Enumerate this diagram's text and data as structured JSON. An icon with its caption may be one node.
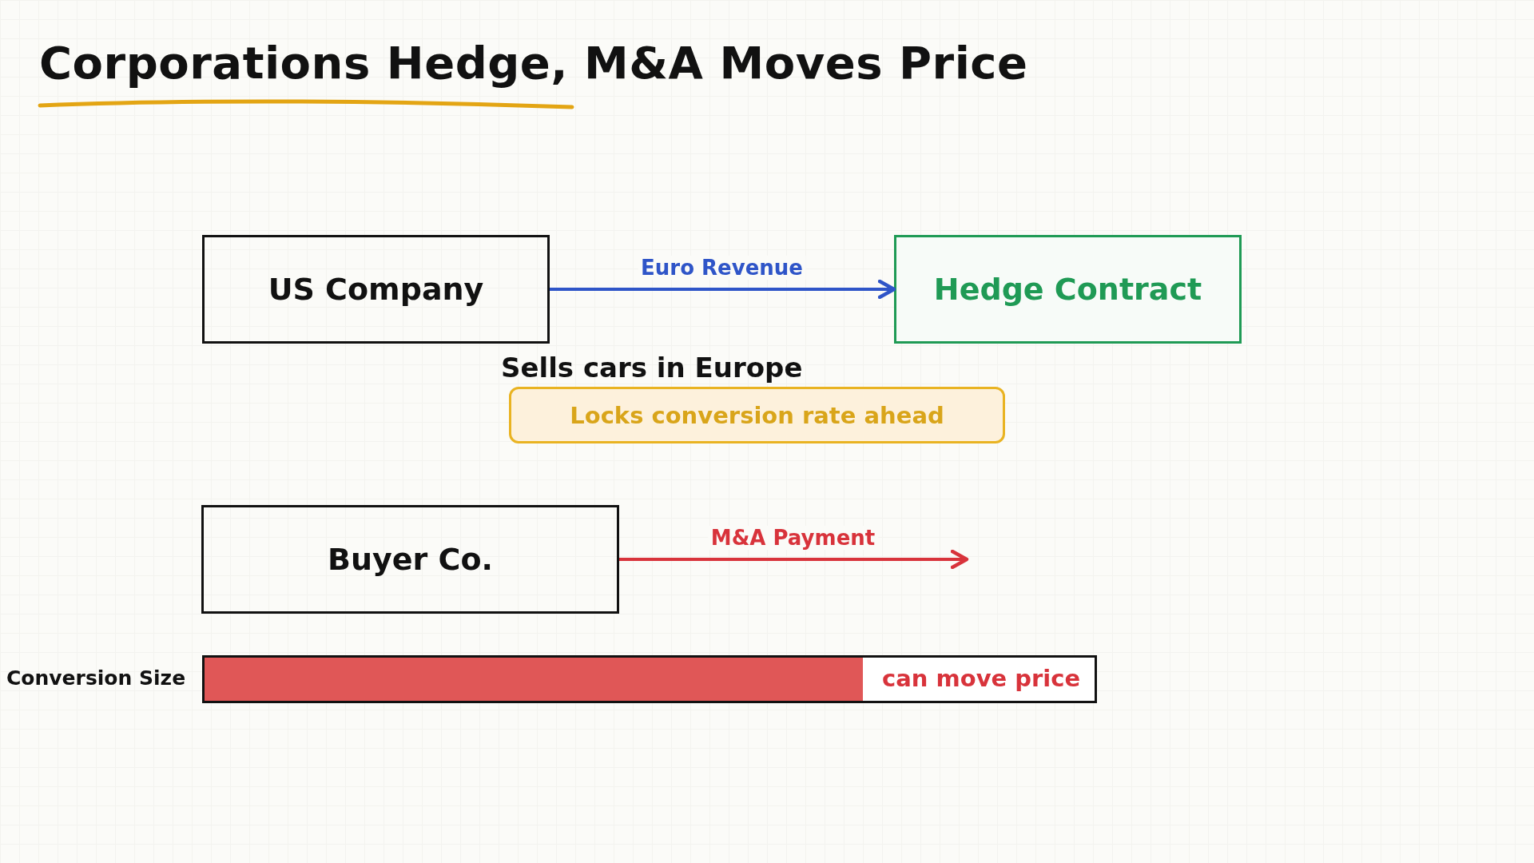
{
  "diagram": {
    "title": "Corporations Hedge, M&A Moves Price",
    "nodes": [
      {
        "text": [
          "US Company"
        ]
      },
      {
        "text": [
          "Hedge Contract"
        ]
      },
      {
        "text": [
          "Locks conversion rate ahead"
        ]
      },
      {
        "text": [
          "Buyer Co."
        ]
      }
    ],
    "edges": [
      {
        "from": 0,
        "to": 1,
        "arrow": "to",
        "label": "Euro Revenue",
        "color": "#2f55c8"
      },
      {
        "from": 3,
        "to": null,
        "arrow": "to",
        "label": "M&A Payment",
        "color": "#d8333b"
      }
    ],
    "labels": [
      "Sells cars in Europe",
      "Conversion Size",
      "can move price"
    ]
  }
}
